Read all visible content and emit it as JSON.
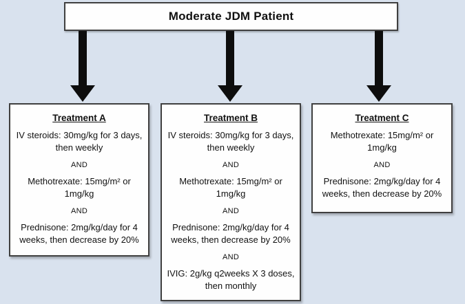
{
  "colors": {
    "bg": "#d9e2ee",
    "box-bg": "#fefefe",
    "box-border": "#3f3f3f",
    "arrow": "#0d0d0d",
    "text": "#111111"
  },
  "root_node": {
    "title": "Moderate JDM Patient"
  },
  "and_label": "AND",
  "treatments": [
    {
      "title": "Treatment A",
      "items": [
        "IV steroids: 30mg/kg for 3 days,\nthen weekly",
        "Methotrexate: 15mg/m² or\n1mg/kg",
        "Prednisone: 2mg/kg/day for 4\nweeks, then decrease by 20%"
      ]
    },
    {
      "title": "Treatment B",
      "items": [
        "IV steroids: 30mg/kg for 3 days,\nthen weekly",
        "Methotrexate: 15mg/m² or\n1mg/kg",
        "Prednisone: 2mg/kg/day for 4\nweeks, then decrease by 20%",
        "IVIG: 2g/kg q2weeks X 3 doses,\nthen monthly"
      ]
    },
    {
      "title": "Treatment C",
      "items": [
        "Methotrexate: 15mg/m² or\n1mg/kg",
        "Prednisone: 2mg/kg/day for 4\nweeks, then decrease by 20%"
      ]
    }
  ]
}
